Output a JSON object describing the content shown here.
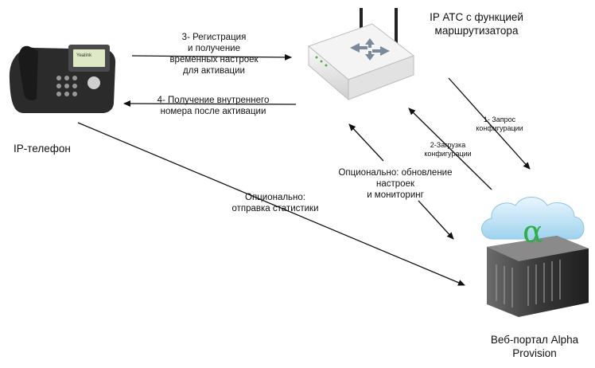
{
  "nodes": {
    "ip_phone": {
      "label": "IP-телефон"
    },
    "router": {
      "label_line1": "IP АТС с функцией",
      "label_line2": "маршрутизатора"
    },
    "server": {
      "label_line1": "Веб-портал Alpha",
      "label_line2": "Provision",
      "logo_glyph": "α"
    }
  },
  "edges": {
    "step3": {
      "line1": "3- Регистрация",
      "line2": "и получение",
      "line3": "временных настроек",
      "line4": "для активации"
    },
    "step4": {
      "line1": "4- Получение внутреннего",
      "line2": "номера после активации"
    },
    "step1": {
      "line1": "1- Запрос",
      "line2": "конфигурации"
    },
    "step2": {
      "line1": "2-Загрузка",
      "line2": "конфигурации"
    },
    "optional_update": {
      "line1": "Опционально: обновление",
      "line2": "настроек",
      "line3": "и мониторинг"
    },
    "optional_stats": {
      "line1": "Опционально:",
      "line2": "отправка статистики"
    }
  },
  "colors": {
    "arrow": "#111111",
    "cloud": "#bfe3f7",
    "alpha": "#2fae4a",
    "phone_body": "#2b2b2b",
    "router_body": "#e8e8e8"
  }
}
